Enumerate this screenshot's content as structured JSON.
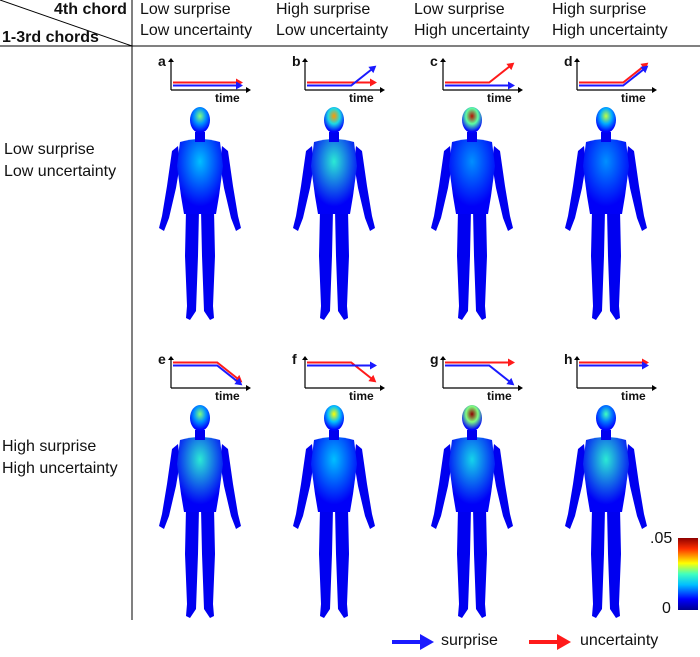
{
  "header": {
    "corner_top": "4th chord",
    "corner_bottom": "1-3rd chords",
    "columns": [
      {
        "line1": "Low surprise",
        "line2": "Low uncertainty"
      },
      {
        "line1": "High surprise",
        "line2": "Low uncertainty"
      },
      {
        "line1": "Low surprise",
        "line2": "High uncertainty"
      },
      {
        "line1": "High surprise",
        "line2": "High uncertainty"
      }
    ]
  },
  "rows": [
    {
      "line1": "Low surprise",
      "line2": "Low uncertainty"
    },
    {
      "line1": "High surprise",
      "line2": "High uncertainty"
    }
  ],
  "panels": [
    {
      "letter": "a",
      "time": "time",
      "surprise": "flat-low",
      "uncertainty": "flat-low",
      "head": 0.55,
      "torso": 0.35
    },
    {
      "letter": "b",
      "time": "time",
      "surprise": "rise",
      "uncertainty": "flat-low",
      "head": 0.75,
      "torso": 0.45
    },
    {
      "letter": "c",
      "time": "time",
      "surprise": "flat-low",
      "uncertainty": "rise",
      "head": 0.95,
      "torso": 0.3
    },
    {
      "letter": "d",
      "time": "time",
      "surprise": "rise",
      "uncertainty": "rise",
      "head": 0.6,
      "torso": 0.3
    },
    {
      "letter": "e",
      "time": "time",
      "surprise": "fall",
      "uncertainty": "fall",
      "head": 0.55,
      "torso": 0.45
    },
    {
      "letter": "f",
      "time": "time",
      "surprise": "flat-high",
      "uncertainty": "fall",
      "head": 0.65,
      "torso": 0.35
    },
    {
      "letter": "g",
      "time": "time",
      "surprise": "fall",
      "uncertainty": "flat-high",
      "head": 1.0,
      "torso": 0.4
    },
    {
      "letter": "h",
      "time": "time",
      "surprise": "flat-high",
      "uncertainty": "flat-high",
      "head": 0.5,
      "torso": 0.45
    }
  ],
  "colorbar": {
    "max_label": ".05",
    "min_label": "0"
  },
  "legend": {
    "surprise_label": "surprise",
    "surprise_color": "#1a1aff",
    "uncertainty_label": "uncertainty",
    "uncertainty_color": "#ff1a1a"
  }
}
